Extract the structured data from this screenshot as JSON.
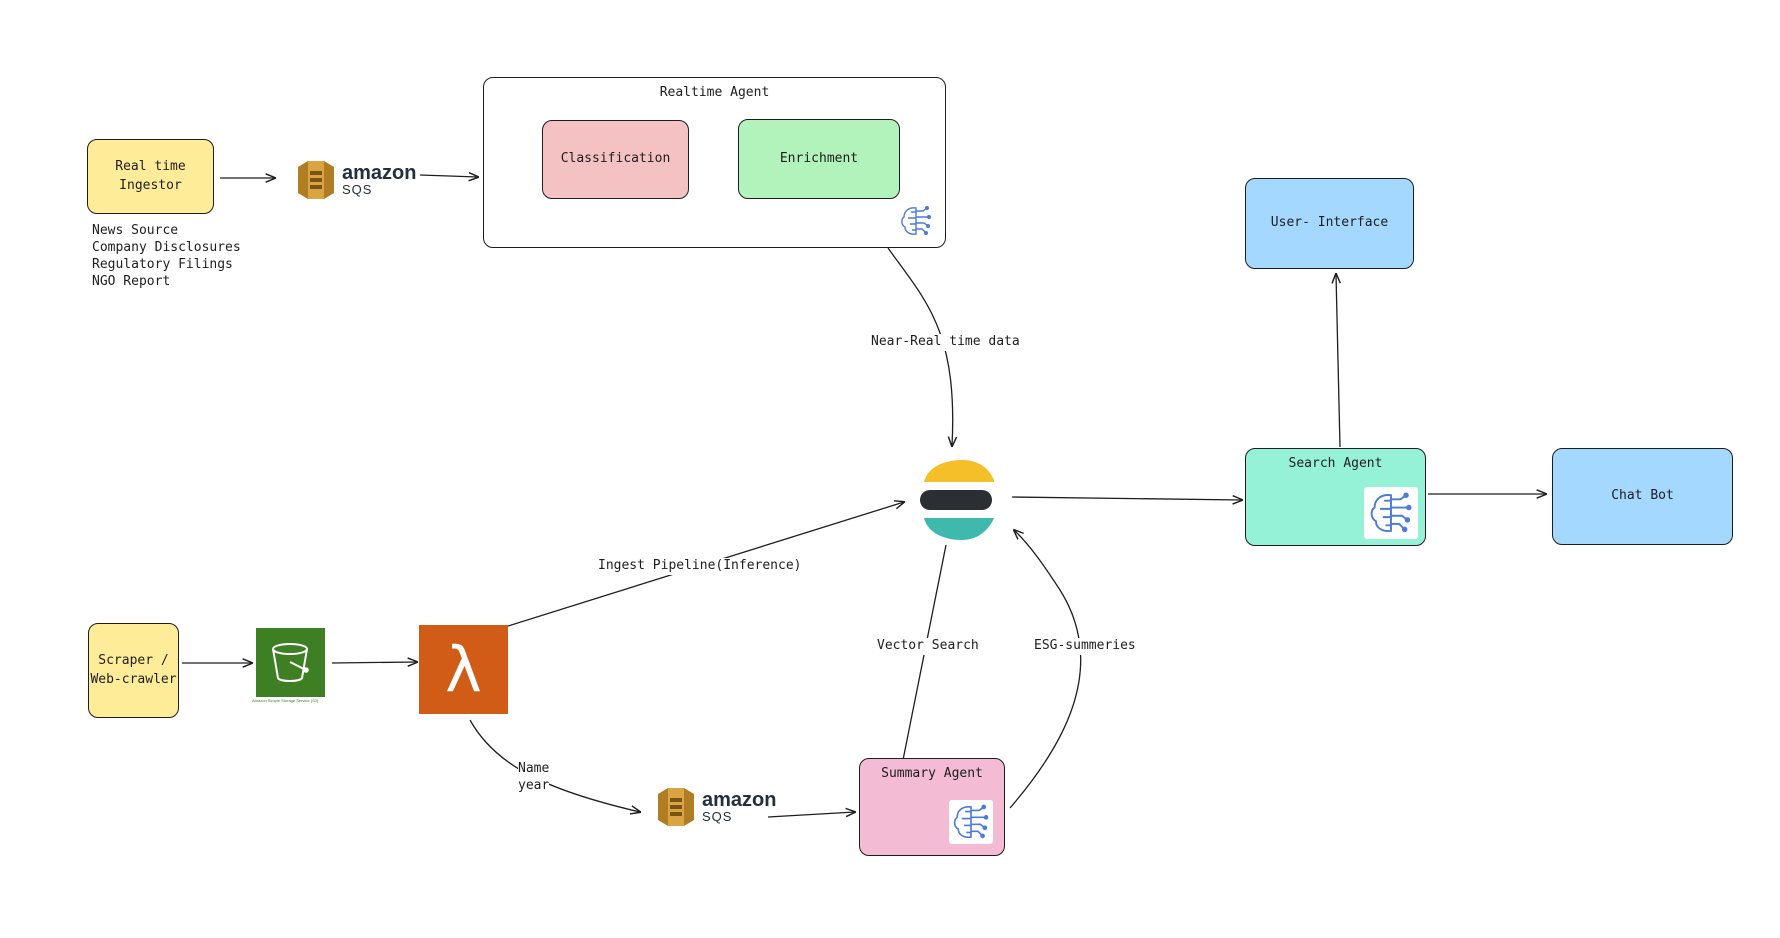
{
  "nodes": {
    "realtime_ingestor": "Real time\nIngestor",
    "sources": [
      "News Source",
      "Company Disclosures",
      "Regulatory Filings",
      "NGO Report"
    ],
    "sqs_top": {
      "brand": "amazon",
      "service": "SQS"
    },
    "realtime_agent": {
      "title": "Realtime Agent",
      "classification": "Classification",
      "enrichment": "Enrichment"
    },
    "user_interface": "User- Interface",
    "search_agent": "Search Agent",
    "chat_bot": "Chat Bot",
    "scraper": "Scraper /\nWeb-crawler",
    "s3_caption": "Amazon Simple Storage Service (S3)",
    "lambda_symbol": "λ",
    "sqs_bottom": {
      "brand": "amazon",
      "service": "SQS"
    },
    "summary_agent": "Summary Agent"
  },
  "edge_labels": {
    "near_real_time": "Near-Real time data",
    "ingest_pipeline": "Ingest Pipeline(Inference)",
    "vector_search": "Vector Search",
    "esg_summaries": "ESG-summeries",
    "name_year": "Name\nyear"
  },
  "colors": {
    "yellow": "#ffec99",
    "red": "#f5c2c4",
    "green": "#b2f2bb",
    "blue": "#a5d8ff",
    "teal": "#96f2d7",
    "pink": "#f3bcd4",
    "s3_green": "#3f7f24",
    "lambda_orange": "#d05c17",
    "sqs_gold": "#d9a441",
    "elastic_yellow": "#f5bf2a",
    "elastic_dark": "#2b2e33",
    "elastic_teal": "#3fb8ad"
  },
  "icons": [
    "sqs-icon",
    "s3-bucket-icon",
    "lambda-icon",
    "elasticsearch-icon",
    "ai-brain-icon"
  ]
}
